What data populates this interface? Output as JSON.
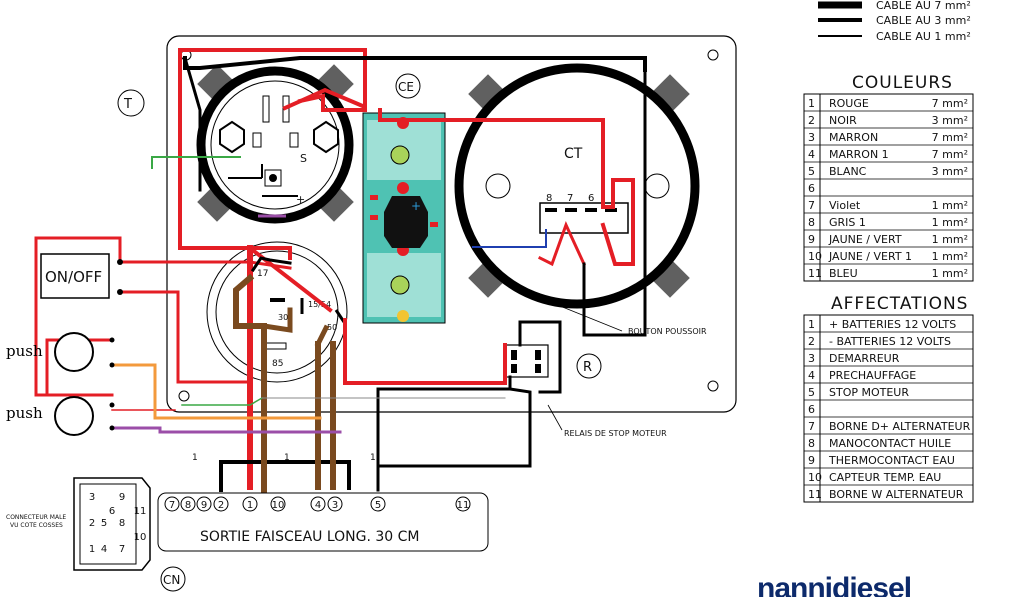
{
  "legend": {
    "cable_7": "CABLE AU 7 mm²",
    "cable_3": "CABLE AU 3 mm²",
    "cable_1": "CABLE AU 1 mm²"
  },
  "couleurs": {
    "title": "COULEURS",
    "rows": [
      {
        "n": "1",
        "name": "ROUGE",
        "size": "7 mm²"
      },
      {
        "n": "2",
        "name": "NOIR",
        "size": "3 mm²"
      },
      {
        "n": "3",
        "name": "MARRON",
        "size": "7 mm²"
      },
      {
        "n": "4",
        "name": "MARRON 1",
        "size": "7 mm²"
      },
      {
        "n": "5",
        "name": "BLANC",
        "size": "3 mm²"
      },
      {
        "n": "6",
        "name": "",
        "size": ""
      },
      {
        "n": "7",
        "name": "Violet",
        "size": "1 mm²"
      },
      {
        "n": "8",
        "name": "GRIS 1",
        "size": "1 mm²"
      },
      {
        "n": "9",
        "name": "JAUNE / VERT",
        "size": "1 mm²"
      },
      {
        "n": "10",
        "name": "JAUNE / VERT 1",
        "size": "1 mm²"
      },
      {
        "n": "11",
        "name": "BLEU",
        "size": "1 mm²"
      }
    ]
  },
  "affectations": {
    "title": "AFFECTATIONS",
    "rows": [
      {
        "n": "1",
        "name": "+ BATTERIES 12 VOLTS"
      },
      {
        "n": "2",
        "name": "- BATTERIES 12 VOLTS"
      },
      {
        "n": "3",
        "name": "DEMARREUR"
      },
      {
        "n": "4",
        "name": "PRECHAUFFAGE"
      },
      {
        "n": "5",
        "name": "STOP MOTEUR"
      },
      {
        "n": "6",
        "name": ""
      },
      {
        "n": "7",
        "name": "BORNE D+ ALTERNATEUR"
      },
      {
        "n": "8",
        "name": "MANOCONTACT HUILE"
      },
      {
        "n": "9",
        "name": "THERMOCONTACT EAU"
      },
      {
        "n": "10",
        "name": "CAPTEUR TEMP. EAU"
      },
      {
        "n": "11",
        "name": "BORNE W ALTERNATEUR"
      }
    ]
  },
  "labels": {
    "t": "T",
    "ce": "CE",
    "ct": "CT",
    "r": "R",
    "cn": "CN",
    "on_off": "ON/OFF",
    "push_1": "push",
    "push_2": "push",
    "bouton_poussoir": "BOUTON POUSSOIR",
    "relais_stop": "RELAIS DE STOP MOTEUR",
    "sortie": "SORTIE FAISCEAU LONG. 30 CM",
    "connecteur_1": "CONNECTEUR MALE",
    "connecteur_2": "VU COTE COSSES",
    "switch_s": "S",
    "switch_plus": "+",
    "key_17": "17",
    "key_1554": "15/54",
    "key_50": "50",
    "key_85": "85",
    "key_30": "30",
    "ct_8": "8",
    "ct_7": "7",
    "ct_6": "6",
    "wire_1a": "1",
    "wire_1b": "1",
    "wire_1c": "1",
    "brand": "nannidiesel"
  },
  "harness_pins": [
    "7",
    "8",
    "9",
    "2",
    "1",
    "10",
    "4",
    "3",
    "5",
    "11"
  ],
  "connector_pins": [
    "3",
    "9",
    "11",
    "2",
    "5",
    "8",
    "10",
    "1",
    "4",
    "7",
    "6"
  ],
  "colors": {
    "red": "#e41e25",
    "black": "#000000",
    "brown": "#7a4a1f",
    "orange": "#f39a3c",
    "violet": "#9b4ea8",
    "green": "#3aa845",
    "blue": "#1f3fb0",
    "teal": "#3fb6a8",
    "brand": "#0d2a6b"
  }
}
